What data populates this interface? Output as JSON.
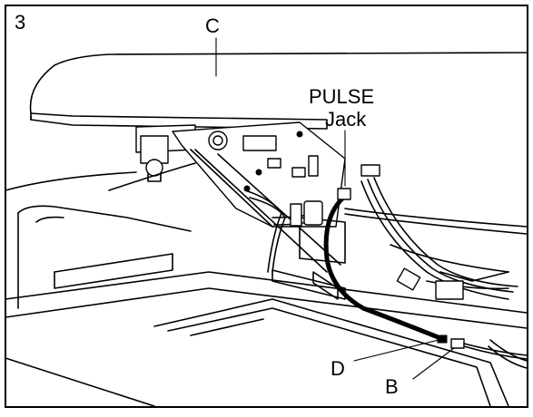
{
  "figure": {
    "step_number": "3",
    "labels": {
      "c": "C",
      "pulse_line1": "PULSE",
      "pulse_line2": "Jack",
      "d": "D",
      "b": "B"
    }
  }
}
